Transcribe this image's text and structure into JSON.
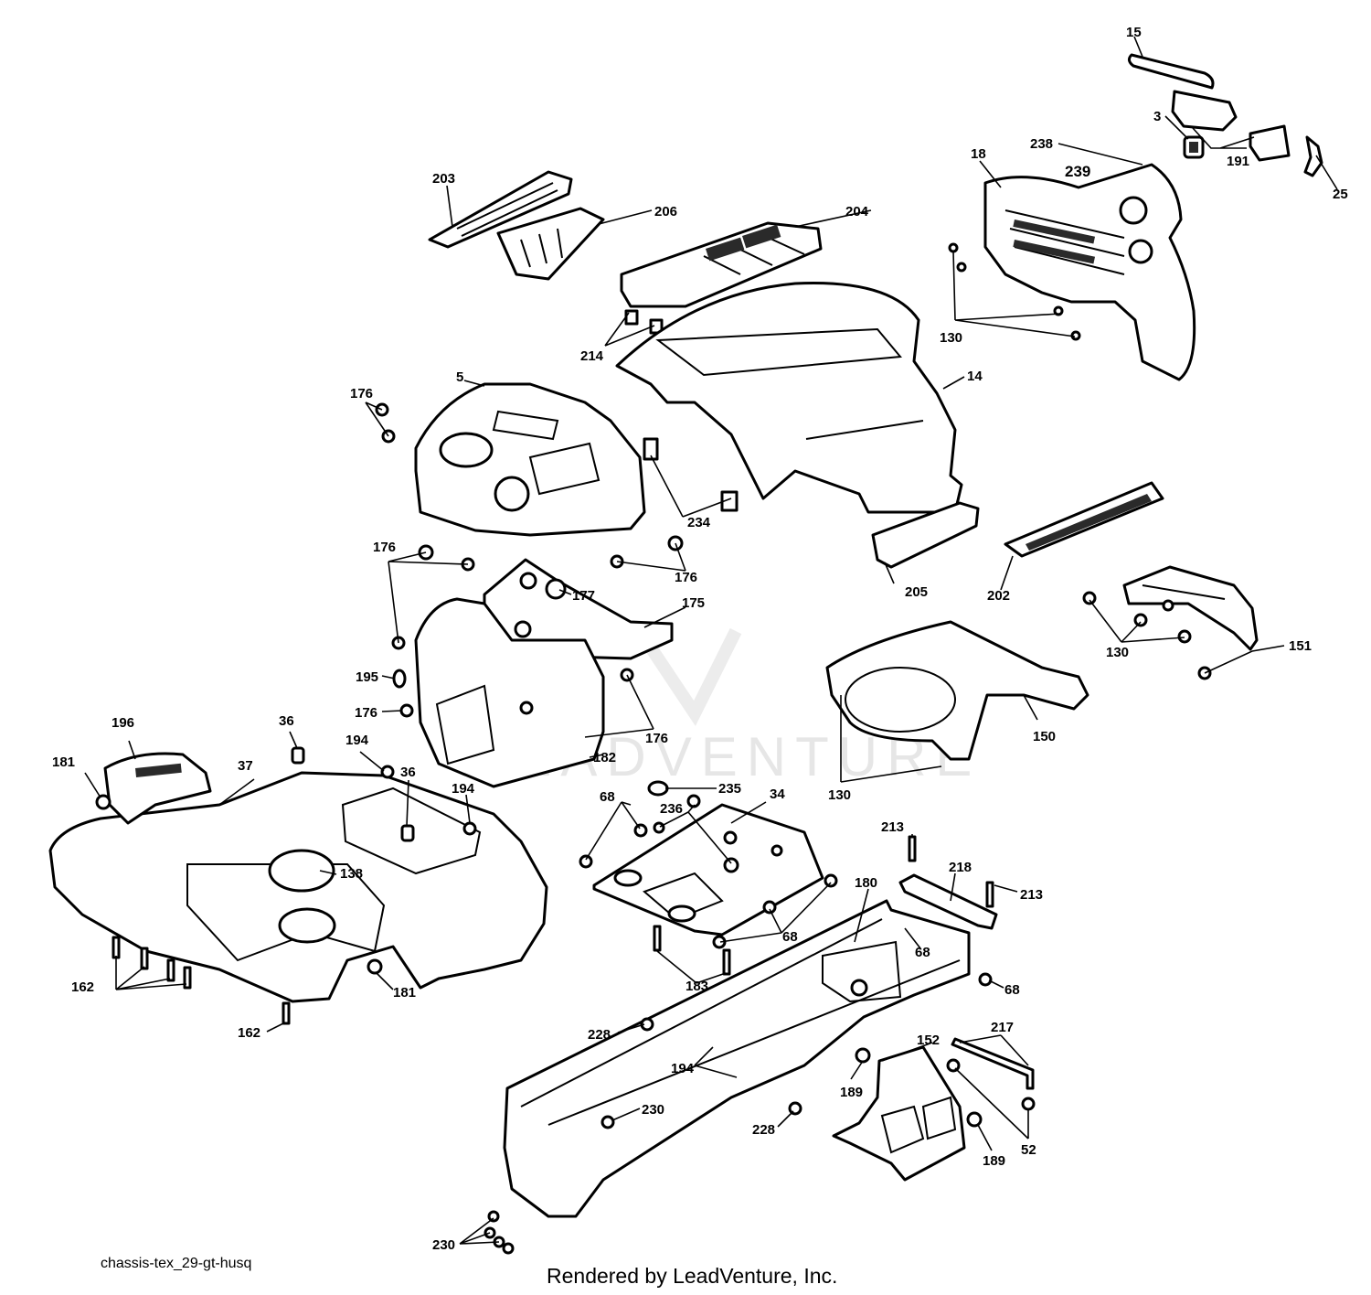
{
  "diagram_id": "chassis-tex_29-gt-husq",
  "footer": "Rendered by LeadVenture, Inc.",
  "watermark": "LEADVENTURE",
  "callouts": {
    "n3": "3",
    "n5": "5",
    "n14": "14",
    "n15": "15",
    "n18": "18",
    "n25": "25",
    "n34": "34",
    "n36": "36",
    "n37": "37",
    "n52": "52",
    "n68": "68",
    "n130": "130",
    "n138": "138",
    "n150": "150",
    "n151": "151",
    "n152": "152",
    "n162": "162",
    "n175": "175",
    "n176": "176",
    "n177": "177",
    "n180": "180",
    "n181": "181",
    "n182": "182",
    "n183": "183",
    "n189": "189",
    "n191": "191",
    "n194": "194",
    "n195": "195",
    "n196": "196",
    "n202": "202",
    "n203": "203",
    "n204": "204",
    "n205": "205",
    "n206": "206",
    "n213": "213",
    "n214": "214",
    "n217": "217",
    "n218": "218",
    "n228": "228",
    "n230": "230",
    "n234": "234",
    "n235": "235",
    "n236": "236",
    "n238": "238",
    "n239": "239"
  }
}
